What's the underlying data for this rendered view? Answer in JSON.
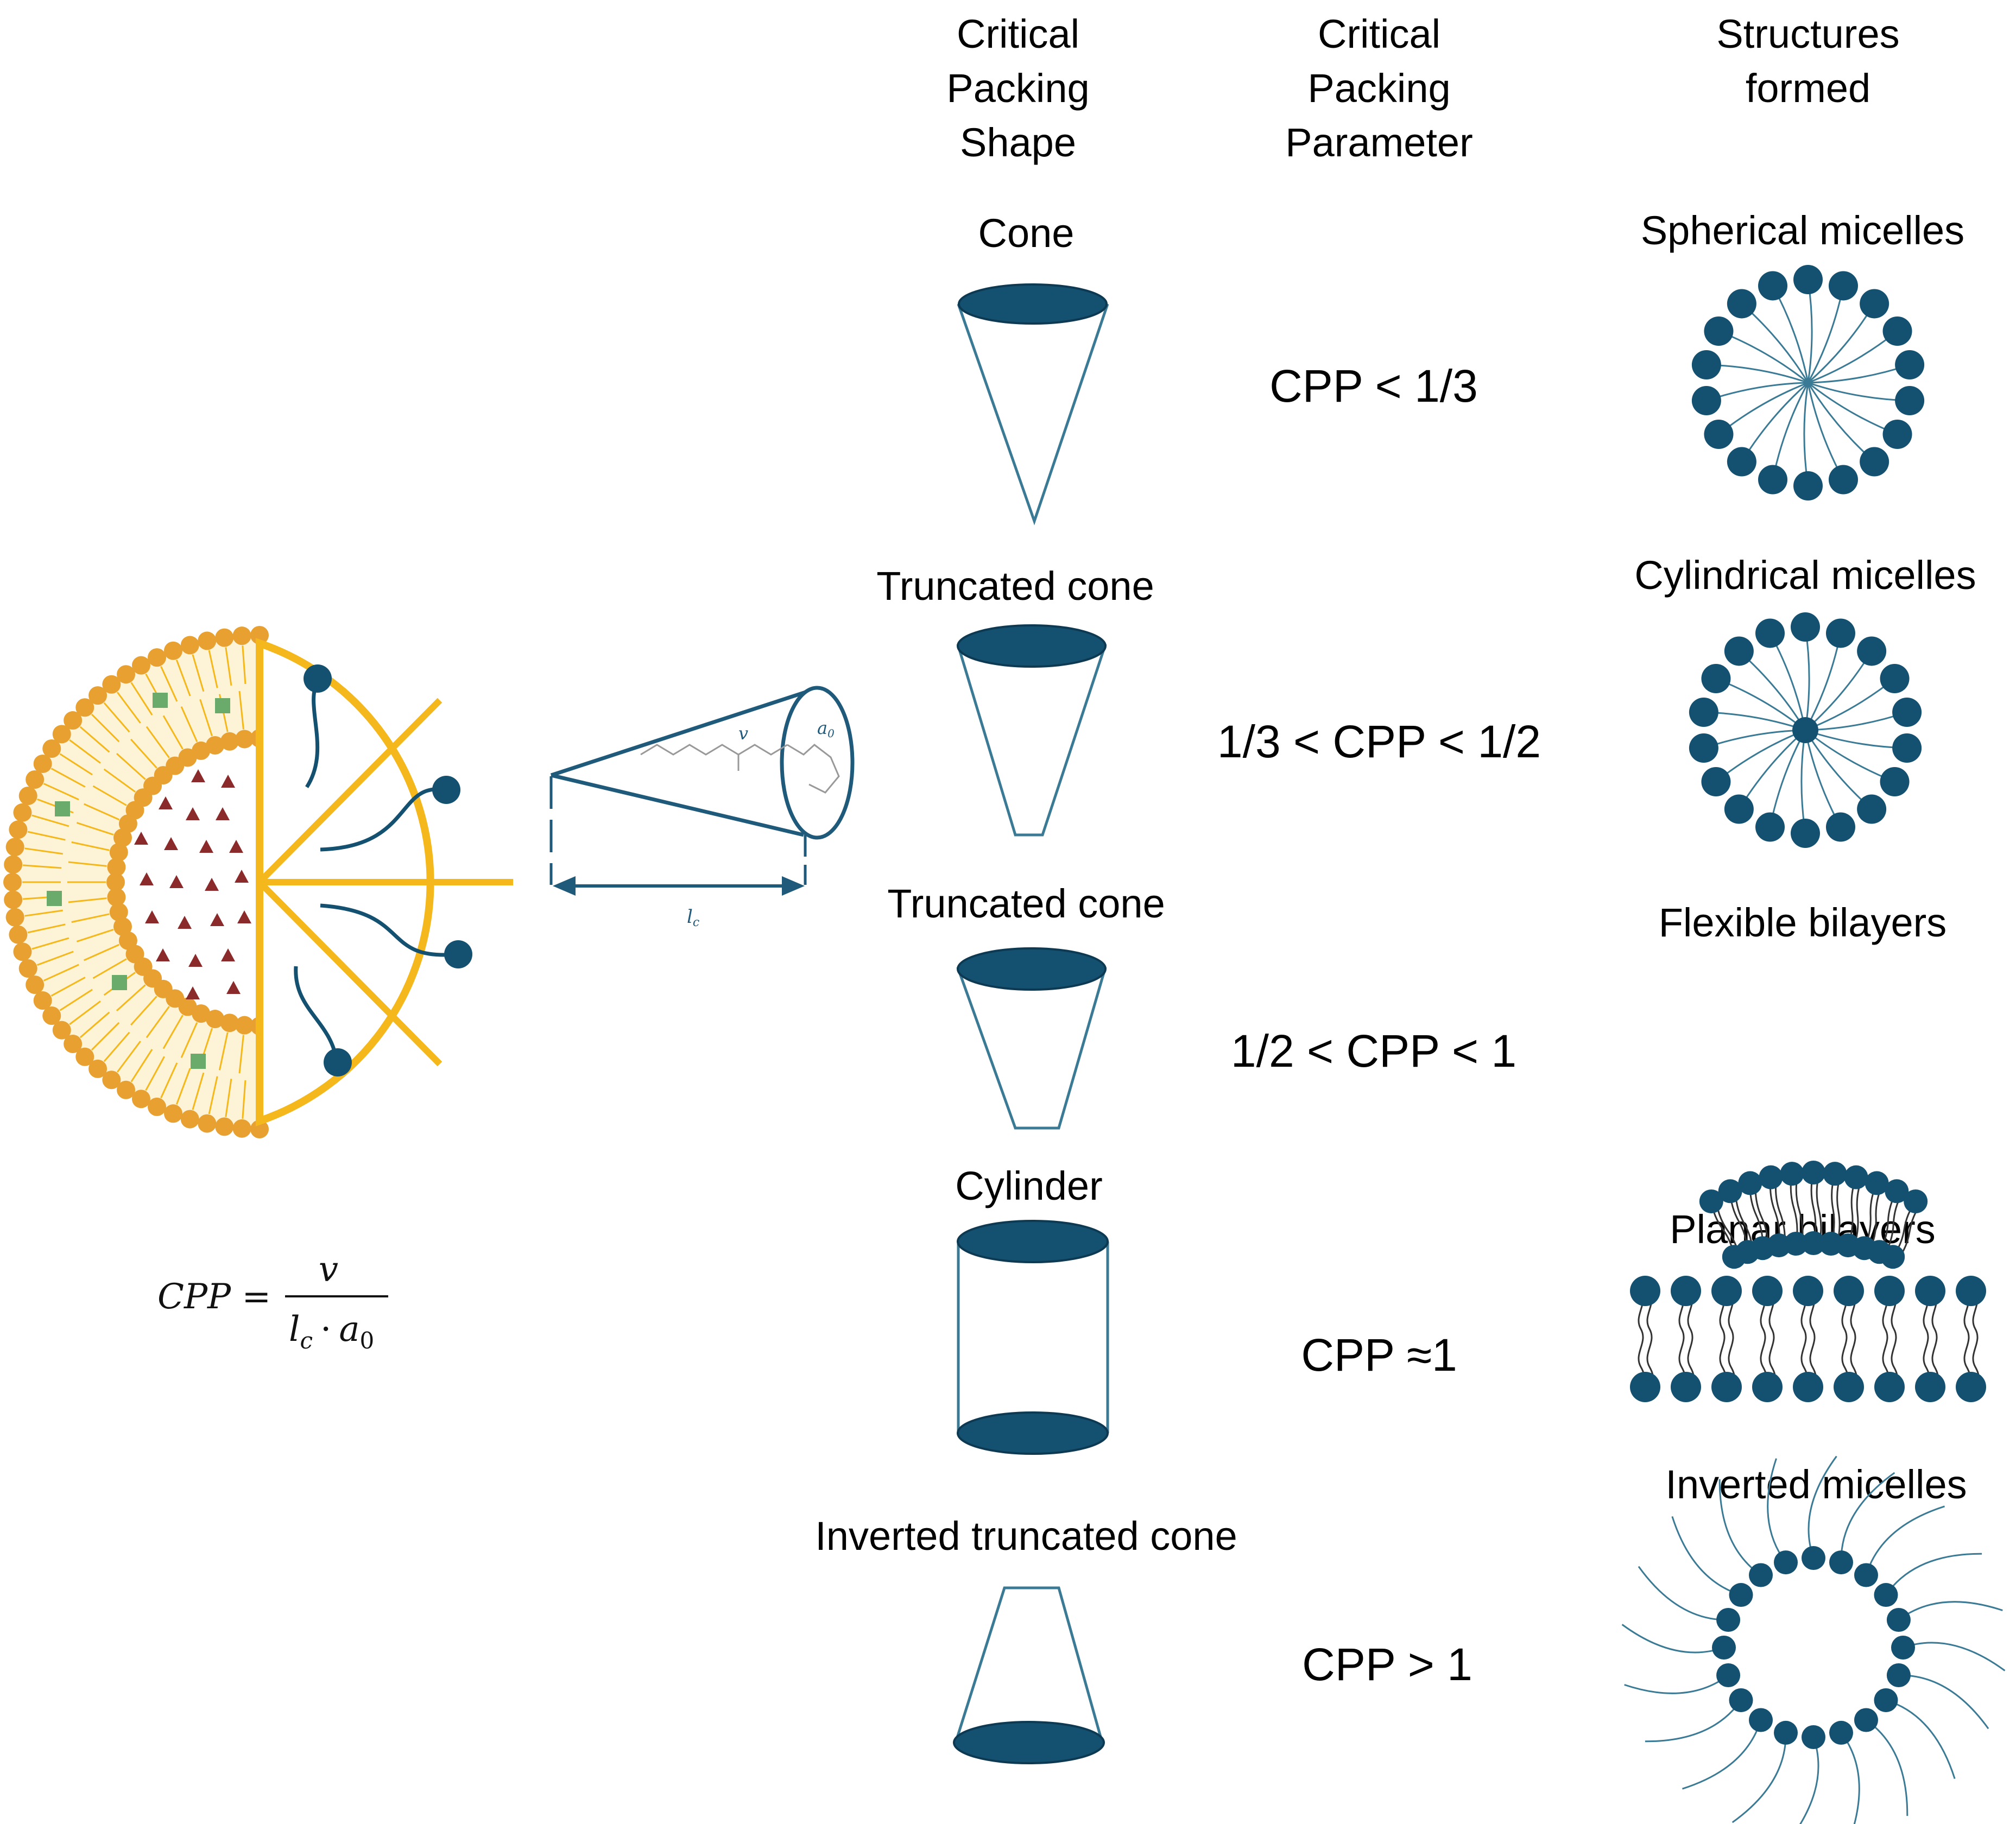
{
  "headers": {
    "shape": [
      "Critical",
      "Packing",
      "Shape"
    ],
    "parameter": [
      "Critical",
      "Packing",
      "Parameter"
    ],
    "structures": [
      "Structures",
      "formed"
    ]
  },
  "rows": [
    {
      "shape_label": "Cone",
      "cpp": "CPP < 1/3",
      "structure": "Spherical micelles"
    },
    {
      "shape_label": "Truncated cone",
      "cpp": "1/3 < CPP < 1/2",
      "structure": "Cylindrical micelles"
    },
    {
      "shape_label": "Truncated cone",
      "cpp": "1/2 < CPP < 1",
      "structure": "Flexible bilayers"
    },
    {
      "shape_label": "Cylinder",
      "cpp": "CPP ≈1",
      "structure": "Planar bilayers"
    },
    {
      "shape_label": "Inverted truncated cone",
      "cpp": "CPP > 1",
      "structure": "Inverted micelles"
    }
  ],
  "formula": {
    "lhs": "CPP =",
    "numerator": "v",
    "denominator_l": "l",
    "denominator_l_sub": "c",
    "dot": "·",
    "denominator_a": "a",
    "denominator_a_sub": "0"
  },
  "cone_diagram": {
    "v_label": "v",
    "a_label": "a",
    "a_sub": "0",
    "l_label": "l",
    "l_sub": "c"
  },
  "colors": {
    "navy": "#14506f",
    "outline": "#3a7a95",
    "gold": "#f5b81c",
    "orange": "#e8a030",
    "green": "#6aaa6a",
    "maroon": "#8b2a2a"
  }
}
